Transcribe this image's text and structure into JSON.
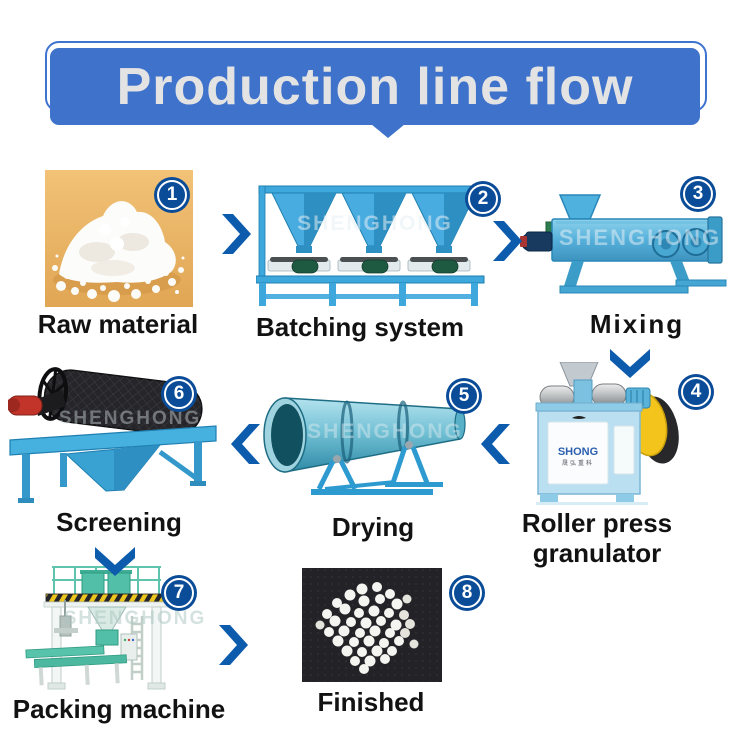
{
  "header": {
    "title": "Production line flow"
  },
  "watermark": "SHENGHONG",
  "steps": [
    {
      "number": "1",
      "label": "Raw material"
    },
    {
      "number": "2",
      "label": "Batching system"
    },
    {
      "number": "3",
      "label": "Mixing"
    },
    {
      "number": "4",
      "label": "Roller press granulator",
      "label_line1": "Roller press",
      "label_line2": "granulator"
    },
    {
      "number": "5",
      "label": "Drying"
    },
    {
      "number": "6",
      "label": "Screening"
    },
    {
      "number": "7",
      "label": "Packing machine"
    },
    {
      "number": "8",
      "label": "Finished"
    }
  ],
  "roller_logo": {
    "text": "SHONG",
    "subtext": "晟弘重科"
  },
  "theme": {
    "header-bg": "#3e72cb",
    "header-outline": "#3e74d0",
    "header-text": "#e3e3e3",
    "arrow": "#0d5bad",
    "badge-bg": "#0a4c97",
    "badge-ring": "#ffffff",
    "badge-text": "#ffffff",
    "label": "#121212",
    "page-bg": "#ffffff"
  }
}
